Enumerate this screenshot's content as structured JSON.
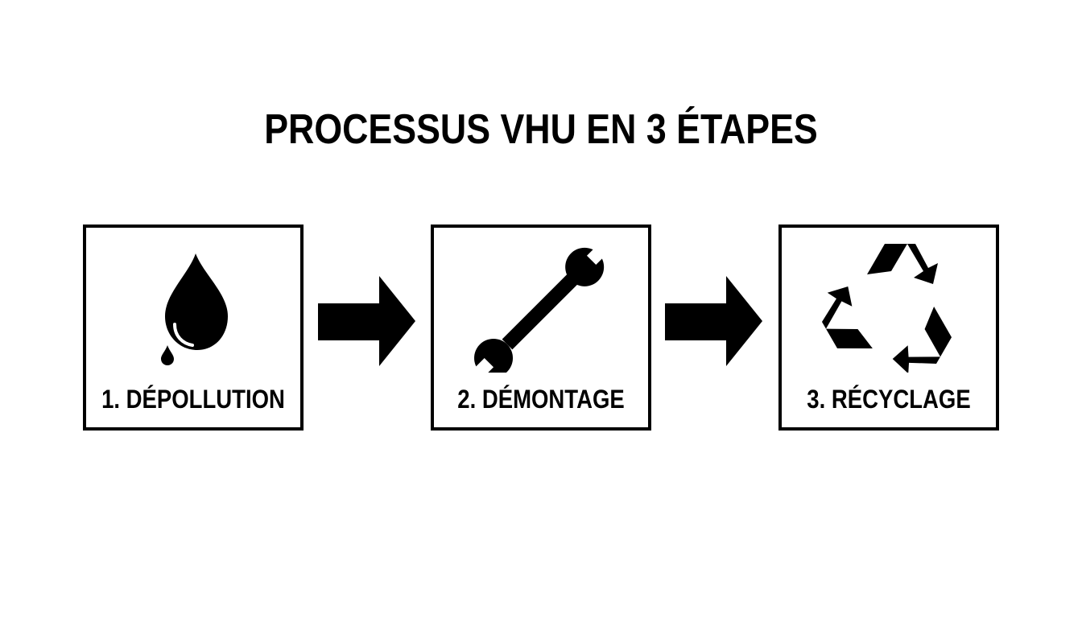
{
  "title": "PROCESSUS VHU EN 3 ÉTAPES",
  "steps": [
    {
      "label": "1. DÉPOLLUTION",
      "icon": "oil-drop-icon"
    },
    {
      "label": "2. DÉMONTAGE",
      "icon": "wrench-icon"
    },
    {
      "label": "3. RÉCYCLAGE",
      "icon": "recycle-icon"
    }
  ],
  "colors": {
    "foreground": "#000000",
    "background": "#ffffff"
  }
}
